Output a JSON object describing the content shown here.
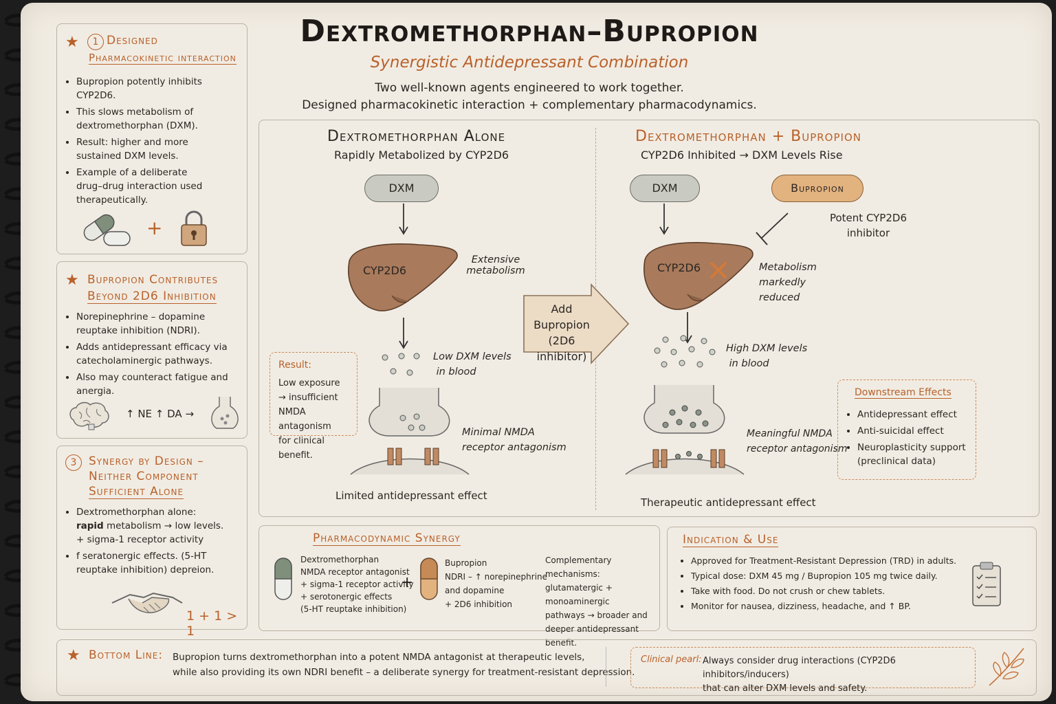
{
  "header": {
    "title": "Dextromethorphan–Bupropion",
    "subtitle": "Synergistic Antidepressant Combination",
    "intro_line1": "Two well-known agents engineered to work together.",
    "intro_line2": "Designed pharmacokinetic interaction + complementary pharmacodynamics."
  },
  "panel1": {
    "badge": "1",
    "title_line1": "Designed",
    "title_line2": "Pharmacokinetic interaction",
    "bullets": [
      "Bupropion potently inhibits CYP2D6.",
      "This slows metabolism of dextromethorphan (DXM).",
      "Result: higher and more sustained DXM levels.",
      "Example of a deliberate drug–drug interaction used therapeutically."
    ],
    "plus": "+"
  },
  "panel2": {
    "title_line1": "Bupropion Contributes",
    "title_line2": "Beyond 2D6 Inhibition",
    "bullets": [
      "Norepinephrine – dopamine reuptake inhibition (NDRI).",
      "Adds antidepressant efficacy via catecholaminergic pathways.",
      "Also may counteract fatigue and anergia."
    ],
    "effect": "↑ NE  ↑ DA →"
  },
  "panel3": {
    "badge": "3",
    "title_line1": "Synergy by Design –",
    "title_line2": "Neither Component",
    "title_line3": "Sufficient Alone",
    "b1_a": "Dextromethorphan alone:",
    "b1_bold": "rapid",
    "b1_b": "metabolism → low levels.",
    "b1_c": "+ sigma-1 receptor activity",
    "b2": "f seratonergic effects. (5-HT reuptake inhibition) depreion.",
    "formula": "1 + 1 > 1"
  },
  "alone": {
    "title": "Dextromethorphan Alone",
    "subtitle": "Rapidly Metabolized by CYP2D6",
    "pill": "DXM",
    "liver": "CYP2D6",
    "metab_line1": "Extensive",
    "metab_line2": "metabolism",
    "levels_line1": "Low DXM levels",
    "levels_line2": "in blood",
    "nmda_line1": "Minimal NMDA",
    "nmda_line2": "receptor antagonism",
    "effect": "Limited antidepressant effect",
    "result_title": "Result:",
    "result_lines": [
      "Low exposure",
      "→ insufficient",
      "NMDA antagonism",
      "for clinical benefit."
    ]
  },
  "add_arrow": {
    "line1": "Add",
    "line2": "Bupropion",
    "line3": "(2D6 inhibitor)"
  },
  "combo": {
    "title": "Dextromethorphan + Bupropion",
    "subtitle": "CYP2D6 Inhibited → DXM Levels Rise",
    "pill_dxm": "DXM",
    "pill_bup": "Bupropion",
    "inhib_line1": "Potent CYP2D6",
    "inhib_line2": "inhibitor",
    "liver": "CYP2D6",
    "metab_line1": "Metabolism",
    "metab_line2": "markedly",
    "metab_line3": "reduced",
    "levels_line1": "High DXM levels",
    "levels_line2": "in blood",
    "nmda_line1": "Meaningful NMDA",
    "nmda_line2": "receptor antagonism",
    "effect": "Therapeutic antidepressant effect",
    "downstream_title": "Downstream Effects",
    "downstream": [
      "Antidepressant effect",
      "Anti-suicidal effect",
      "Neuroplasticity support (preclinical data)"
    ]
  },
  "pd": {
    "title": "Pharmacodynamic Synergy",
    "dxm_lines": [
      "Dextromethorphan",
      "NMDA receptor antagonist",
      "+ sigma-1 receptor activity",
      "+ serotonergic effects",
      "(5-HT reuptake inhibition)"
    ],
    "plus": "+",
    "bup_lines": [
      "Bupropion",
      "NDRI – ↑ norepinephrine",
      "and dopamine",
      "+ 2D6 inhibition"
    ],
    "mech_lines": [
      "Complementary mechanisms:",
      "glutamatergic + monoaminergic",
      "pathways → broader and",
      "deeper antidepressant benefit."
    ]
  },
  "indication": {
    "title": "Indication & Use",
    "bullets": [
      "Approved for Treatment-Resistant Depression (TRD) in adults.",
      "Typical dose: DXM 45 mg / Bupropion 105 mg twice daily.",
      "Take with food. Do not crush or chew tablets.",
      "Monitor for nausea, dizziness, headache, and ↑ BP."
    ]
  },
  "bottom": {
    "label": "Bottom Line:",
    "line1": "Bupropion turns dextromethorphan into a potent NMDA antagonist at therapeutic levels,",
    "line2": "while also providing its own NDRI benefit – a deliberate synergy for treatment-resistant depression.",
    "pearl_label": "Clinical pearl:",
    "pearl_line1": "Always consider drug interactions (CYP2D6 inhibitors/inducers)",
    "pearl_line2": "that can alter DXM levels and safety."
  },
  "colors": {
    "accent": "#b8612b",
    "paper": "#f1ece3",
    "liver": "#a97a5c",
    "dxm_pill": "#c9cbc2",
    "bup_pill": "#e2b27f"
  }
}
